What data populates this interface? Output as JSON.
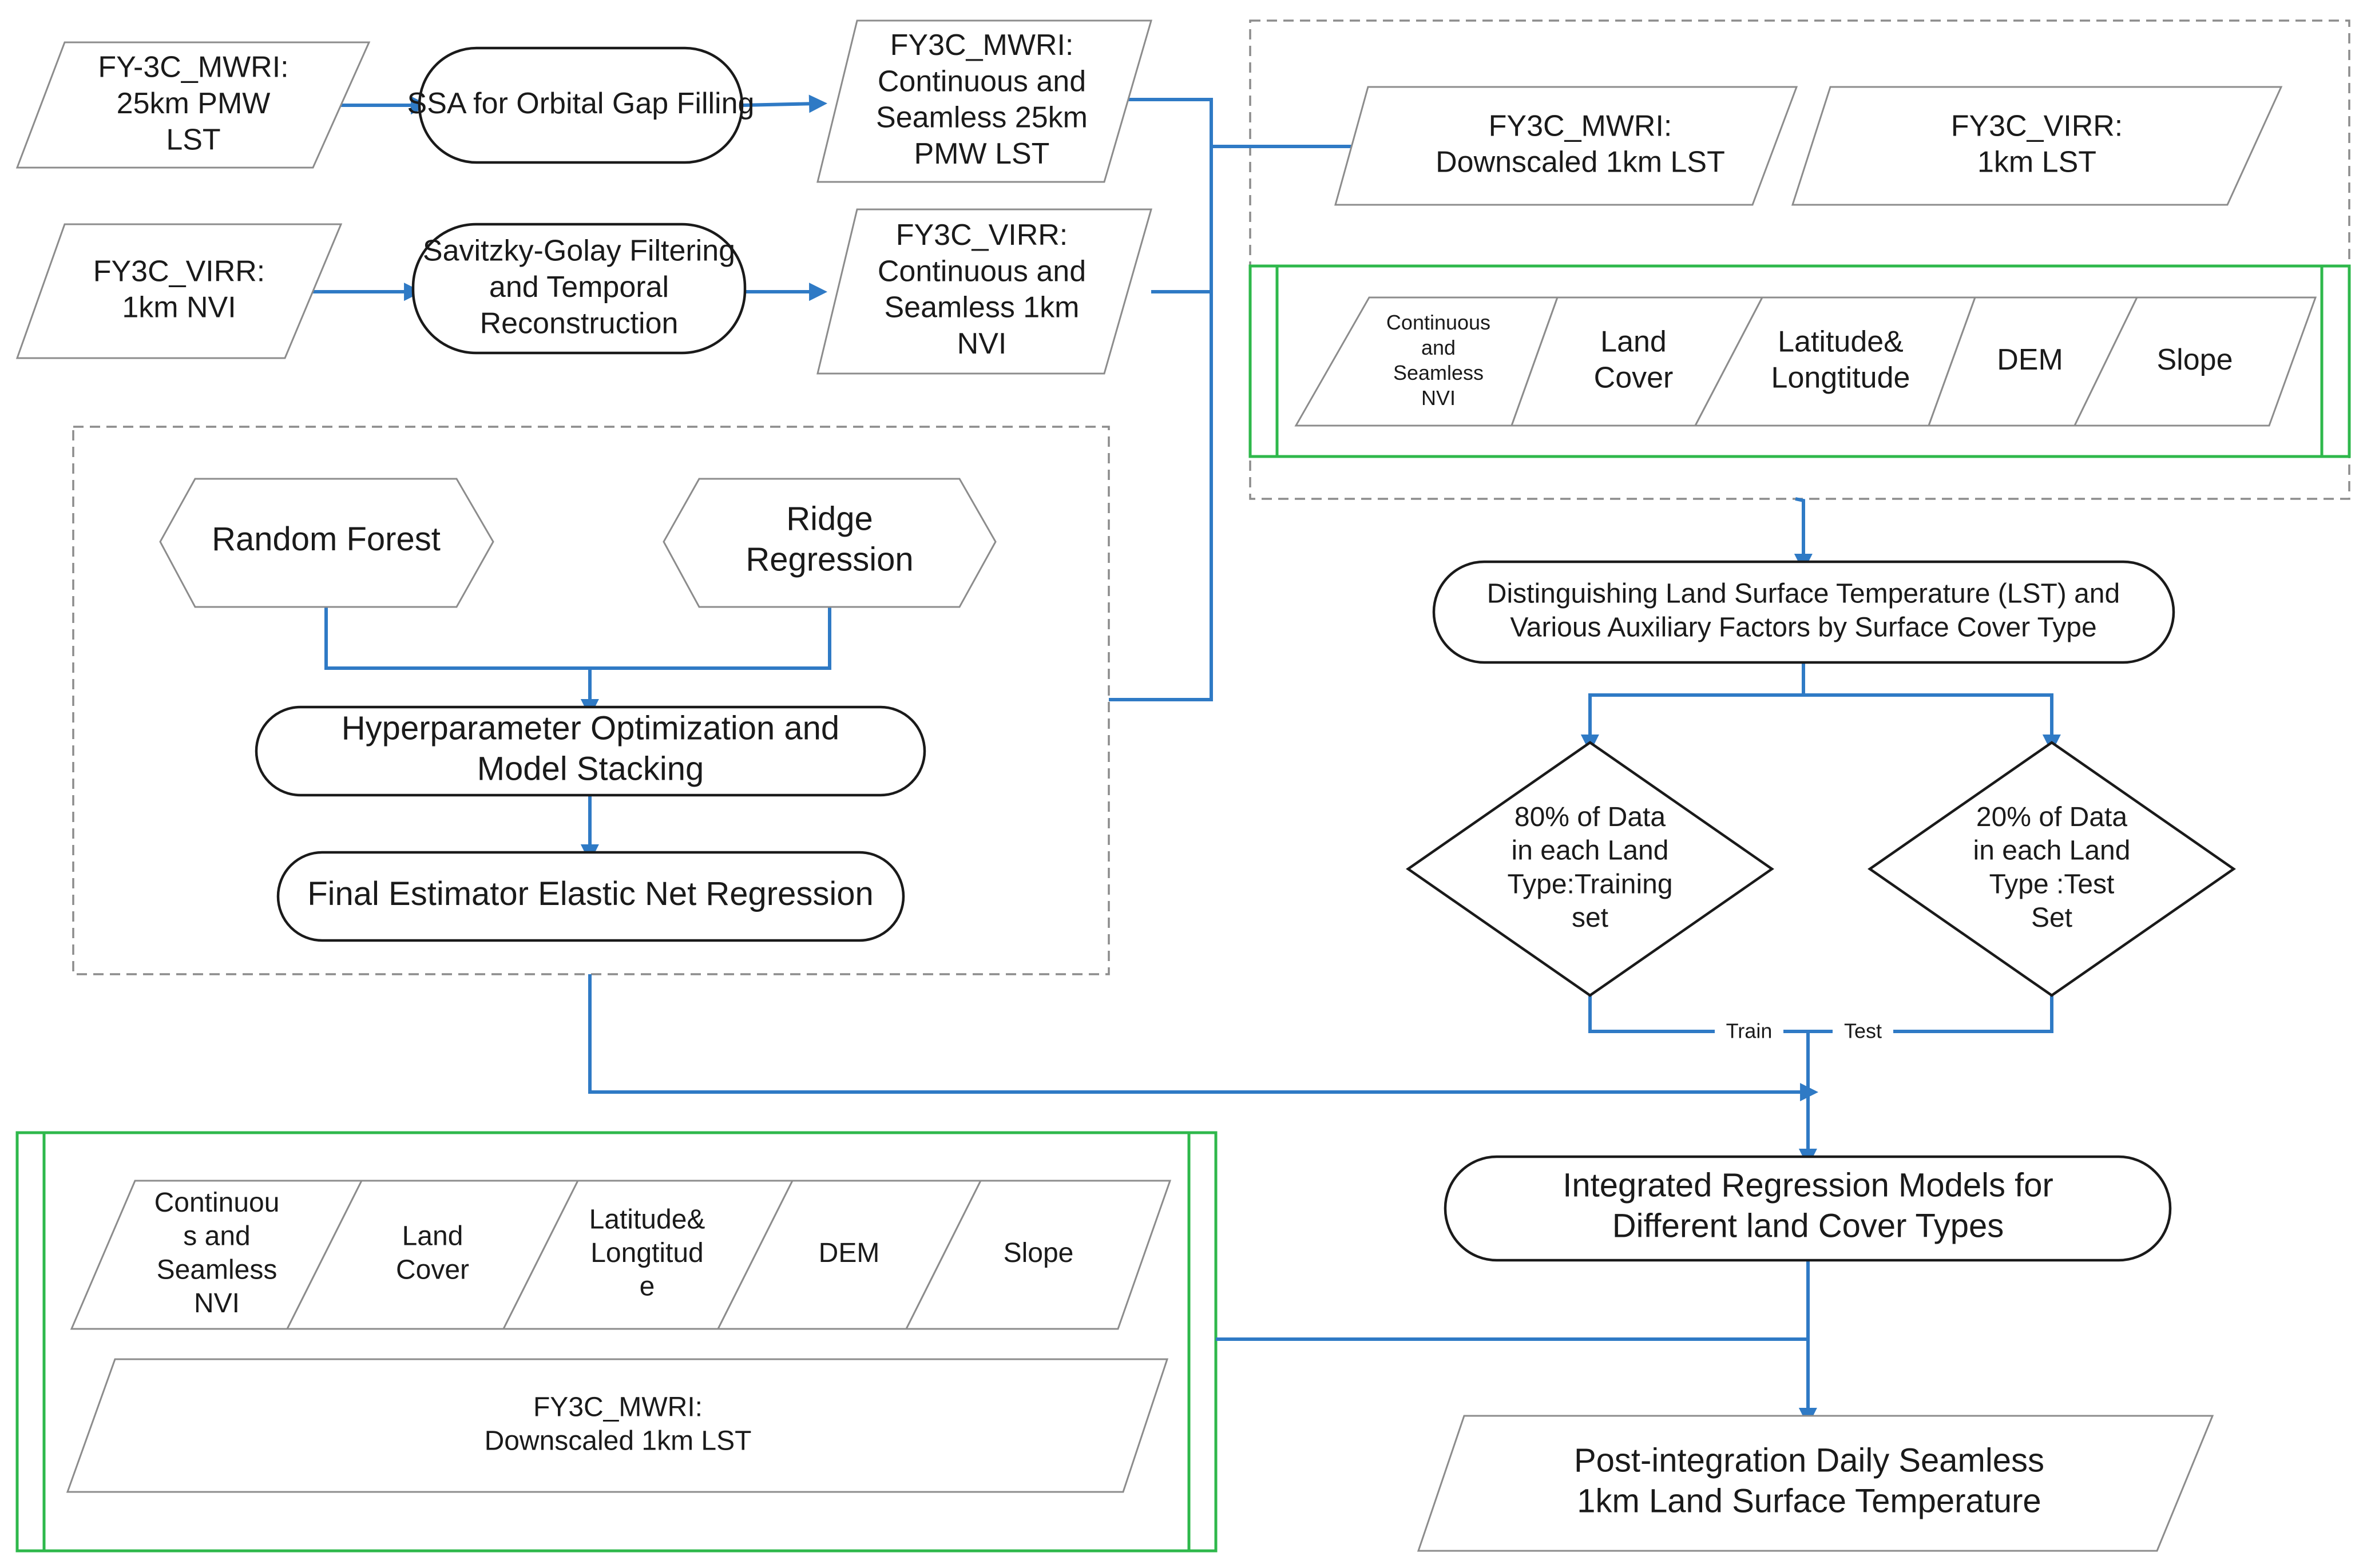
{
  "colors": {
    "connector": "#2f7ac5",
    "input_outline": "#8c8c8c",
    "process_outline": "#1a1a1a",
    "group_border_dashed": "#8c8c8c",
    "group_border_green": "#2eb84b",
    "text": "#1a1a1a",
    "background": "#ffffff"
  },
  "inputs": {
    "mwri_25km": [
      "FY-3C_MWRI:",
      "25km PMW",
      "LST"
    ],
    "virr_1km": [
      "FY3C_VIRR:",
      "1km NVI"
    ],
    "mwri_continuous": [
      "FY3C_MWRI:",
      "Continuous and",
      "Seamless 25km",
      "PMW LST"
    ],
    "virr_continuous": [
      "FY3C_VIRR:",
      "Continuous and",
      "Seamless 1km",
      "NVI"
    ]
  },
  "processes": {
    "ssa": [
      "SSA for Orbital Gap Filling"
    ],
    "savitzky": [
      "Savitzky-Golay Filtering",
      "and Temporal",
      "Reconstruction"
    ]
  },
  "model_panel": {
    "random_forest": [
      "Random Forest"
    ],
    "ridge": [
      "Ridge",
      "Regression"
    ],
    "hyperparameter": [
      "Hyperparameter Optimization and",
      "Model Stacking"
    ],
    "final_estimator": [
      "Final Estimator Elastic Net Regression"
    ]
  },
  "top_right_panel": {
    "downscaled": [
      "FY3C_MWRI:",
      "Downscaled 1km LST"
    ],
    "virr_1km_lst": [
      "FY3C_VIRR:",
      "1km LST"
    ],
    "factors": [
      [
        "Continuous",
        "and",
        "Seamless",
        "NVI"
      ],
      [
        "Land",
        "Cover"
      ],
      [
        "Latitude&",
        "Longtitude"
      ],
      [
        "DEM"
      ],
      [
        "Slope"
      ]
    ]
  },
  "flow": {
    "distinguishing": [
      "Distinguishing Land Surface Temperature (LST) and",
      "Various Auxiliary Factors by Surface Cover Type"
    ],
    "training": [
      "80% of Data",
      "in each Land",
      "Type:Training",
      "set"
    ],
    "test": [
      "20% of Data",
      "in each Land",
      "Type :Test",
      "Set"
    ],
    "train_label": "Train",
    "test_label": "Test",
    "integrated": [
      "Integrated Regression Models for",
      "Different land Cover Types"
    ],
    "output": [
      "Post-integration Daily Seamless",
      "1km Land Surface Temperature"
    ]
  },
  "bottom_left_panel": {
    "factors": [
      [
        "Continuou",
        "s and",
        "Seamless",
        "NVI"
      ],
      [
        "Land",
        "Cover"
      ],
      [
        "Latitude&",
        "Longtitud",
        "e"
      ],
      [
        "DEM"
      ],
      [
        "Slope"
      ]
    ],
    "downscaled": [
      "FY3C_MWRI:",
      "Downscaled 1km LST"
    ]
  }
}
